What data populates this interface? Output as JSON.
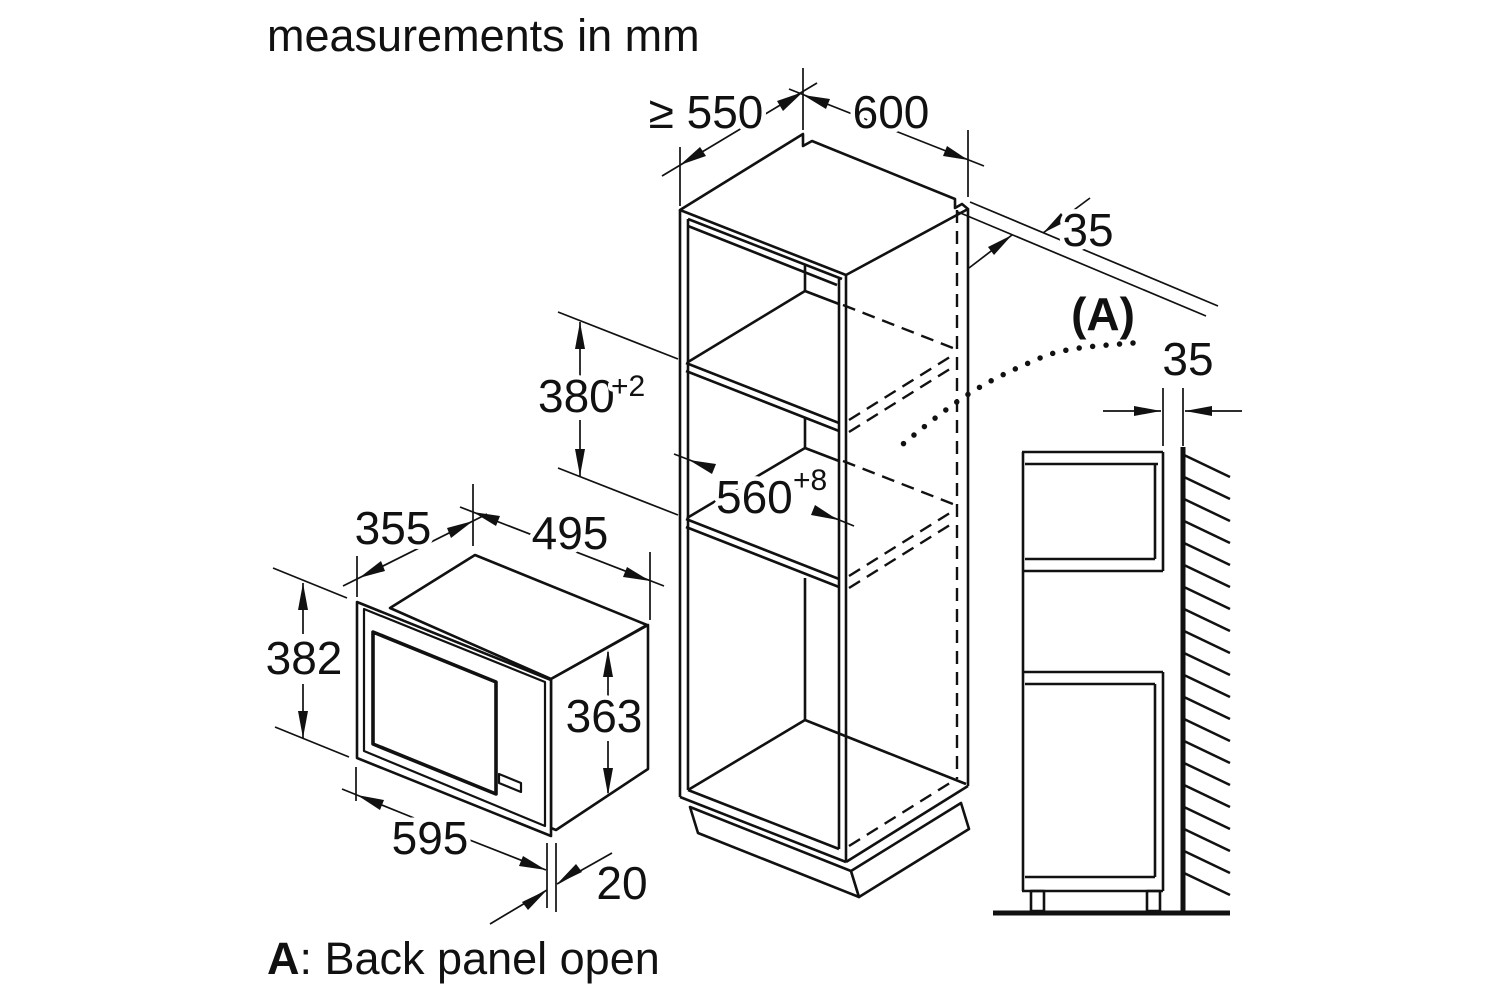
{
  "title": "measurements in mm",
  "legend": {
    "key": "A",
    "text": ": Back panel open"
  },
  "colors": {
    "ink": "#111111",
    "background": "#ffffff"
  },
  "dimensions": {
    "cabinet_min_depth": "≥ 550",
    "cabinet_width": "600",
    "back_panel_offset": "35",
    "back_panel_ref": "(A)",
    "wall_clearance": "35",
    "niche_height": "380",
    "niche_height_tolerance": "+2",
    "niche_width": "560",
    "niche_width_tolerance": "+8",
    "appliance_depth": "355",
    "appliance_body_width": "495",
    "appliance_front_height": "382",
    "appliance_body_height": "363",
    "appliance_front_width": "595",
    "frame_overhang": "20"
  }
}
